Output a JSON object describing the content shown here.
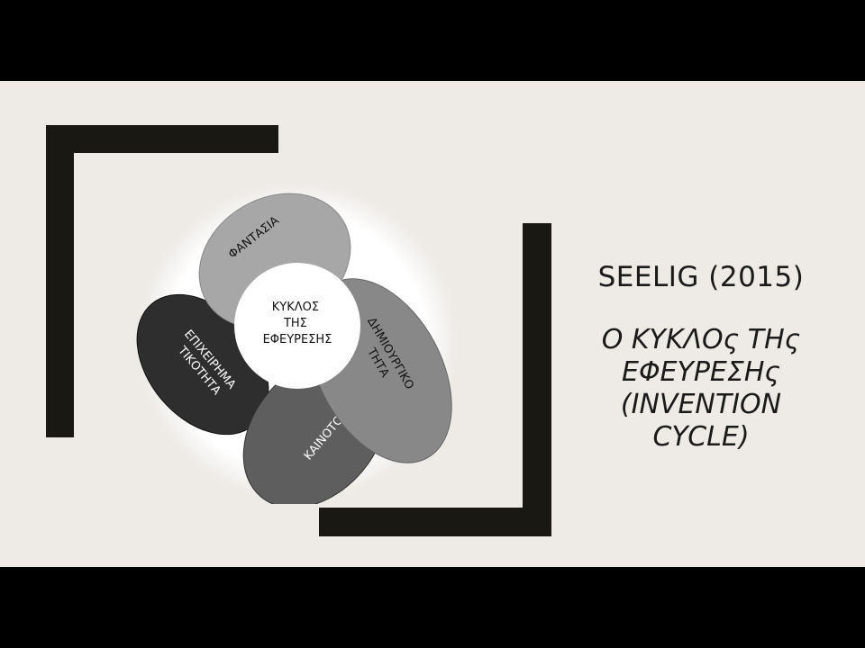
{
  "slide": {
    "title": "SEELIG (2015)",
    "subtitle_lines": [
      "Ο ΚΥΚΛΟς ΤΗς",
      "ΕΦΕΥΡΕΣΗς",
      "(INVENTION",
      "CYCLE)"
    ]
  },
  "diagram": {
    "center_lines": [
      "ΚΥΚΛΟΣ",
      "ΤΗΣ",
      "ΕΦΕΥΡΕΣΗΣ"
    ],
    "petals": [
      {
        "label_lines": [
          "ΦΑΝΤΑΣΙΑ"
        ],
        "color": "#a7a7a7"
      },
      {
        "label_lines": [
          "ΔΗΜΙΟΥΡΓΙΚΟ",
          "ΤΗΤΑ"
        ],
        "color": "#888888"
      },
      {
        "label_lines": [
          "ΚΑΙΝΟΤΟΜΙΑ"
        ],
        "color": "#5e5e5e"
      },
      {
        "label_lines": [
          "ΕΠΙΧΕΙΡΗΜΑ",
          "ΤΙΚΟΤΗΤΑ"
        ],
        "color": "#2e2e2e"
      }
    ]
  },
  "colors": {
    "background": "#eeebe6",
    "frame": "#191813",
    "letterbox": "#000000"
  }
}
